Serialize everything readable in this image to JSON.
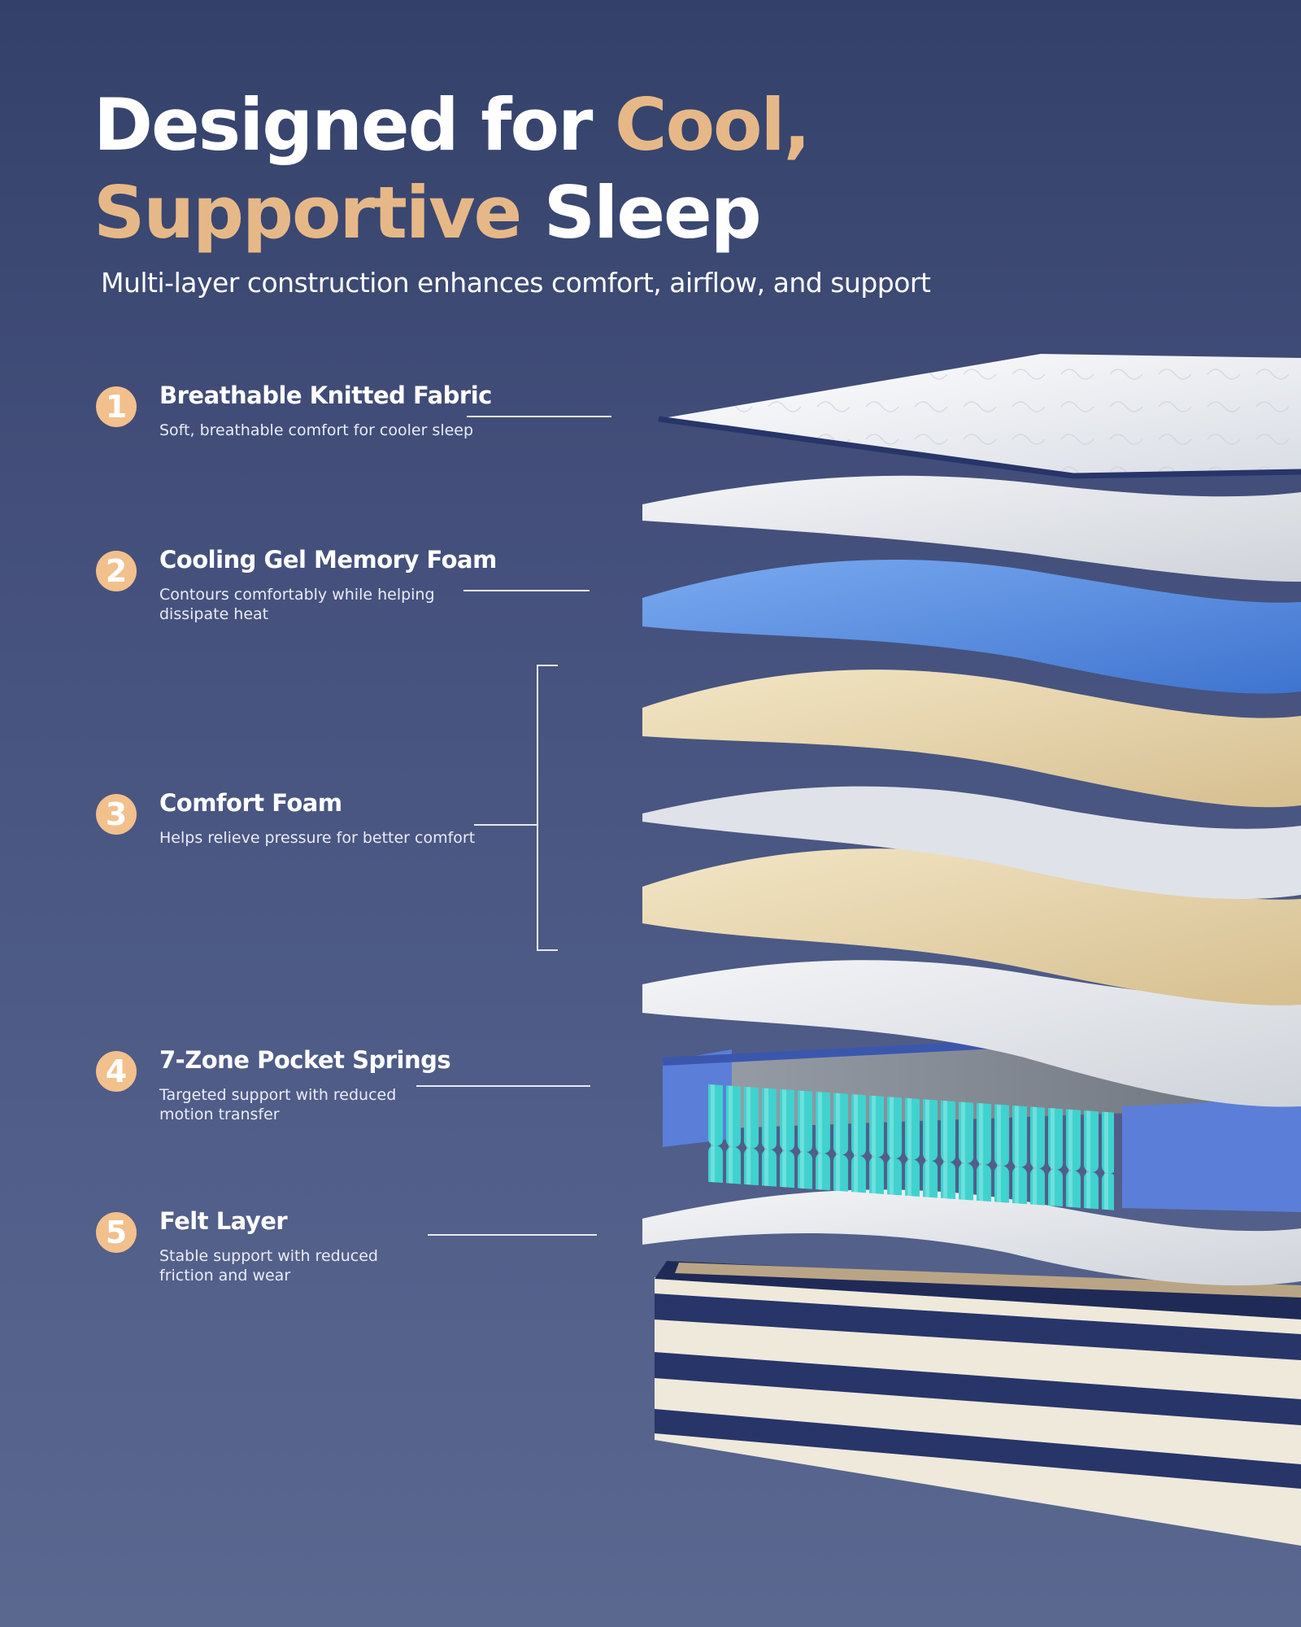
{
  "headline": {
    "line1_plain": "Designed for ",
    "line1_accent": "Cool,",
    "line2_accent": "Supportive",
    "line2_plain": " Sleep"
  },
  "subtitle": "Multi-layer construction enhances comfort, airflow, and support",
  "features": [
    {
      "number": "1",
      "title": "Breathable Knitted Fabric",
      "description": "Soft, breathable comfort for cooler sleep"
    },
    {
      "number": "2",
      "title": "Cooling Gel Memory Foam",
      "description": "Contours comfortably while helping dissipate heat"
    },
    {
      "number": "3",
      "title": "Comfort Foam",
      "description": "Helps relieve pressure for better comfort"
    },
    {
      "number": "4",
      "title": "7-Zone Pocket Springs",
      "description": "Targeted support with reduced motion transfer"
    },
    {
      "number": "5",
      "title": "Felt Layer",
      "description": "Stable support with reduced friction and wear"
    }
  ],
  "colors": {
    "accent": "#e7b887",
    "badge": "#f2c08c",
    "background_top": "#33416a",
    "background_bottom": "#5a6890",
    "gel_foam": "#5f95e0",
    "comfort_foam": "#e9d8b2",
    "springs_teal": "#3fd2cf",
    "springs_blue": "#5b7ed8",
    "base_navy": "#283569",
    "base_cream": "#efe9dc"
  }
}
